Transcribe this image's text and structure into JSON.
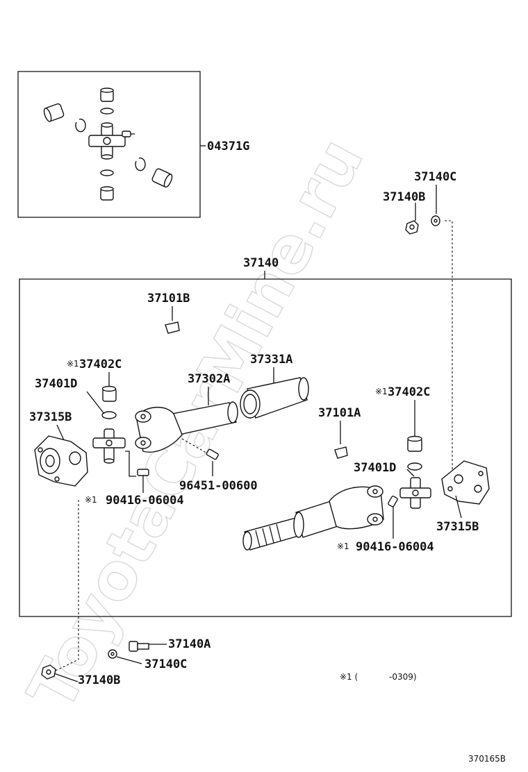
{
  "watermark": "ToyotaCarMine.ru",
  "labels": {
    "kit": "04371G",
    "nut_top": "37140B",
    "washer_top": "37140C",
    "assembly": "37140",
    "weight_upper": "37101B",
    "bearing_left": "37402C",
    "bearing_left_mark": "※1",
    "snap_left": "37401D",
    "yoke_left": "37315B",
    "tube": "37302A",
    "boot": "37331A",
    "plug": "96451-00600",
    "fitting_left": "90416-06004",
    "fitting_left_mark": "※1",
    "weight_lower": "37101A",
    "bearing_right": "37402C",
    "bearing_right_mark": "※1",
    "snap_right": "37401D",
    "yoke_right": "37315B",
    "fitting_right": "90416-06004",
    "fitting_right_mark": "※1",
    "bolt": "37140A",
    "washer_bottom": "37140C",
    "nut_bottom": "37140B",
    "footnote_mark": "※1 (",
    "footnote_range": "-0309)",
    "figure_id": "370165B"
  }
}
